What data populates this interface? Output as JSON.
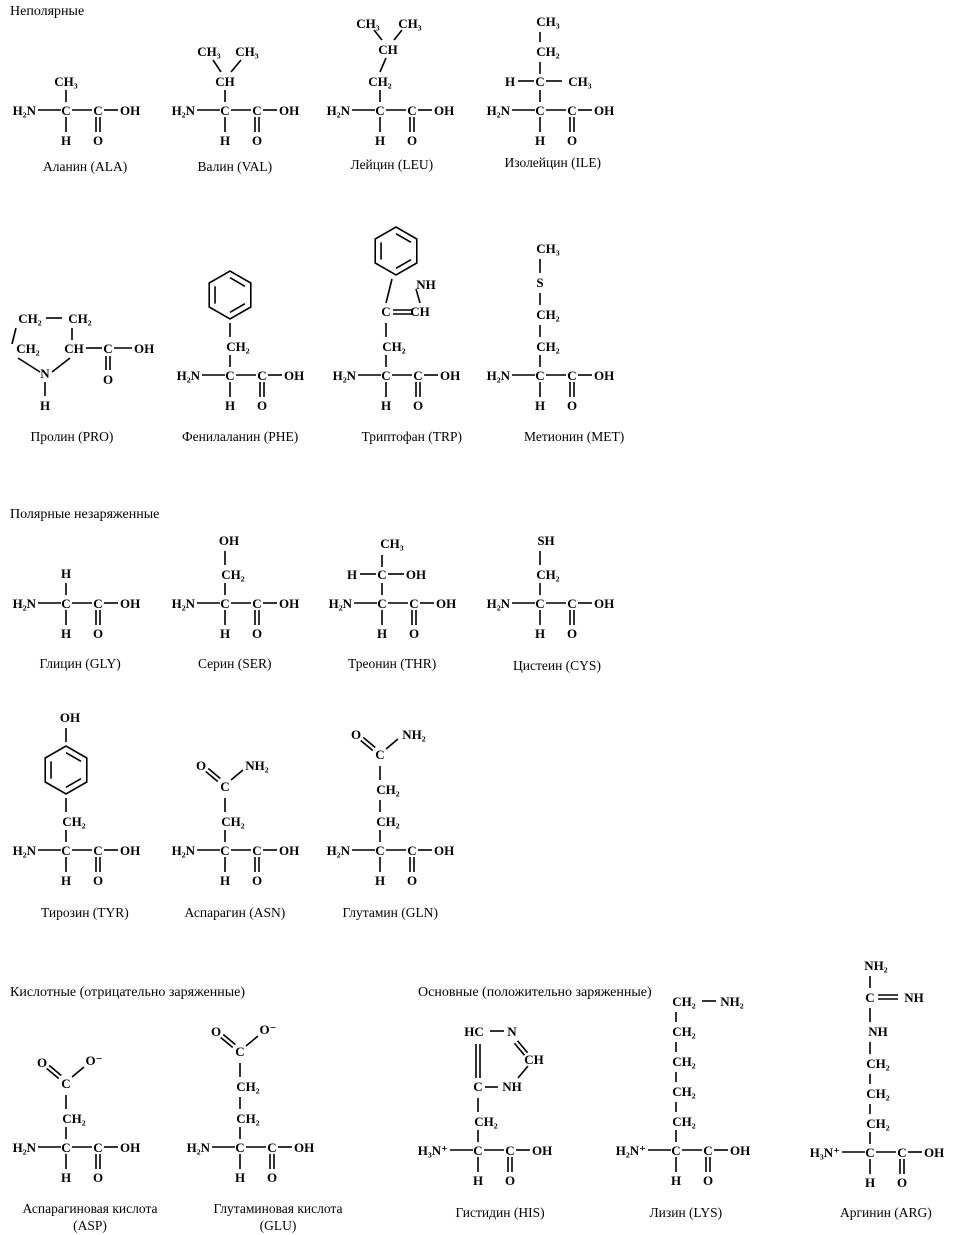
{
  "headings": {
    "nonpolar": "Неполярные",
    "polar": "Полярные незаряженные",
    "acidic": "Кислотные (отрицательно заряженные)",
    "basic": "Основные (положительно заряженные)"
  },
  "amino_acids": [
    {
      "key": "ala",
      "name": "Аланин (ALA)"
    },
    {
      "key": "val",
      "name": "Валин (VAL)"
    },
    {
      "key": "leu",
      "name": "Лейцин (LEU)"
    },
    {
      "key": "ile",
      "name": "Изолейцин (ILE)"
    },
    {
      "key": "pro",
      "name": "Пролин (PRO)"
    },
    {
      "key": "phe",
      "name": "Фенилаланин (PHE)"
    },
    {
      "key": "trp",
      "name": "Триптофан (TRP)"
    },
    {
      "key": "met",
      "name": "Метионин (MET)"
    },
    {
      "key": "gly",
      "name": "Глицин (GLY)"
    },
    {
      "key": "ser",
      "name": "Серин (SER)"
    },
    {
      "key": "thr",
      "name": "Треонин (THR)"
    },
    {
      "key": "cys",
      "name": "Цистеин (CYS)"
    },
    {
      "key": "tyr",
      "name": "Тирозин (TYR)"
    },
    {
      "key": "asn",
      "name": "Аспарагин (ASN)"
    },
    {
      "key": "gln",
      "name": "Глутамин (GLN)"
    },
    {
      "key": "asp",
      "name": "Аспарагиновая кислота",
      "name2": "(ASP)"
    },
    {
      "key": "glu",
      "name": "Глутаминовая кислота",
      "name2": "(GLU)"
    },
    {
      "key": "his",
      "name": "Гистидин (HIS)"
    },
    {
      "key": "lys",
      "name": "Лизин (LYS)"
    },
    {
      "key": "arg",
      "name": "Аргинин (ARG)"
    }
  ],
  "atoms": {
    "nh2": "H₂N",
    "nh3": "H₃N",
    "oh": "OH",
    "h": "H",
    "c": "C",
    "o": "O",
    "o_minus": "O⁻",
    "ch3": "CH₃",
    "ch2": "CH₂",
    "ch": "CH",
    "s": "S",
    "sh": "SH",
    "nh": "NH",
    "n": "N",
    "h2n_plus": "H₂N⁺",
    "h3n_plus": "H₃N⁺",
    "nh2_r": "NH₂",
    "hc": "HC"
  }
}
